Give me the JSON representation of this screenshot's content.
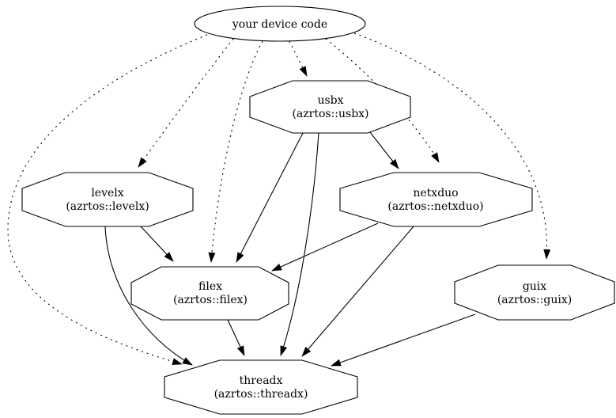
{
  "diagram": {
    "type": "dependency-graph",
    "colors": {
      "background": "#ffffff",
      "stroke": "#000000",
      "text": "#000000"
    },
    "nodes": [
      {
        "id": "your-device-code",
        "shape": "ellipse",
        "label": "your device code"
      },
      {
        "id": "usbx",
        "shape": "octagon",
        "label": "usbx",
        "sublabel": "(azrtos::usbx)"
      },
      {
        "id": "levelx",
        "shape": "octagon",
        "label": "levelx",
        "sublabel": "(azrtos::levelx)"
      },
      {
        "id": "netxduo",
        "shape": "octagon",
        "label": "netxduo",
        "sublabel": "(azrtos::netxduo)"
      },
      {
        "id": "filex",
        "shape": "octagon",
        "label": "filex",
        "sublabel": "(azrtos::filex)"
      },
      {
        "id": "guix",
        "shape": "octagon",
        "label": "guix",
        "sublabel": "(azrtos::guix)"
      },
      {
        "id": "threadx",
        "shape": "octagon",
        "label": "threadx",
        "sublabel": "(azrtos::threadx)"
      }
    ],
    "edges": [
      {
        "from": "your device code",
        "to": "usbx",
        "style": "dotted"
      },
      {
        "from": "your device code",
        "to": "levelx",
        "style": "dotted"
      },
      {
        "from": "your device code",
        "to": "netxduo",
        "style": "dotted"
      },
      {
        "from": "your device code",
        "to": "filex",
        "style": "dotted"
      },
      {
        "from": "your device code",
        "to": "guix",
        "style": "dotted"
      },
      {
        "from": "your device code",
        "to": "threadx",
        "style": "dotted"
      },
      {
        "from": "usbx",
        "to": "netxduo",
        "style": "solid"
      },
      {
        "from": "usbx",
        "to": "filex",
        "style": "solid"
      },
      {
        "from": "usbx",
        "to": "threadx",
        "style": "solid"
      },
      {
        "from": "levelx",
        "to": "filex",
        "style": "solid"
      },
      {
        "from": "levelx",
        "to": "threadx",
        "style": "solid"
      },
      {
        "from": "netxduo",
        "to": "filex",
        "style": "solid"
      },
      {
        "from": "netxduo",
        "to": "threadx",
        "style": "solid"
      },
      {
        "from": "filex",
        "to": "threadx",
        "style": "solid"
      },
      {
        "from": "guix",
        "to": "threadx",
        "style": "solid"
      }
    ]
  }
}
